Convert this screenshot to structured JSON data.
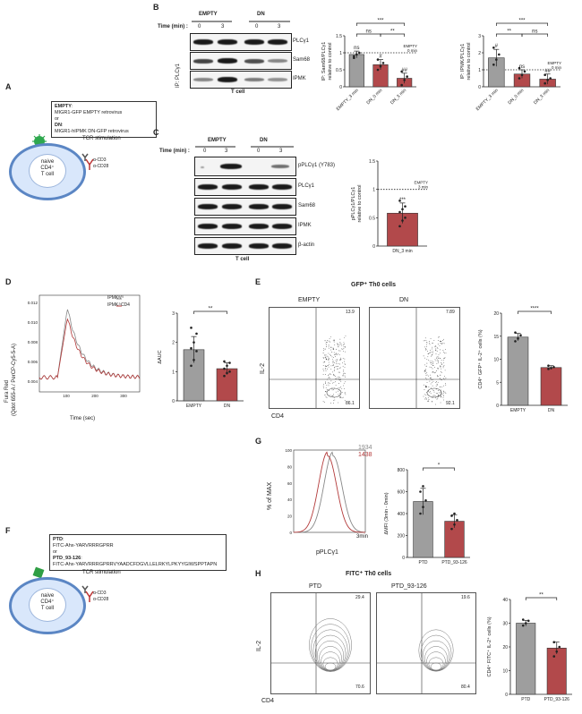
{
  "panels": {
    "A": "A",
    "B": "B",
    "C": "C",
    "D": "D",
    "E": "E",
    "F": "F",
    "G": "G",
    "H": "H"
  },
  "panelA": {
    "empty_label": "EMPTY",
    "empty_desc": "MIGR1-GFP EMPTY retrovirus",
    "or": "or",
    "dn_label": "DN",
    "dn_desc": "MIGR1-hIPMK DN-GFP retrovirus",
    "tcr": "TCR stimulation",
    "acd3": "α-CD3",
    "acd28": "α-CD28",
    "cell_line1": "naive",
    "cell_line2": "CD4⁺",
    "cell_line3": "T cell"
  },
  "panelB": {
    "group_empty": "EMPTY",
    "group_dn": "DN",
    "time_label": "Time (min) :",
    "times": [
      "0",
      "3",
      "0",
      "3"
    ],
    "ip_label": "IP: PLCγ1",
    "rows": [
      "PLCγ1",
      "Sam68",
      "IPMK"
    ],
    "footer": "T cell"
  },
  "panelC": {
    "group_empty": "EMPTY",
    "group_dn": "DN",
    "time_label": "Time (min) :",
    "times": [
      "0",
      "3",
      "0",
      "3"
    ],
    "rows": [
      "pPLCγ1 (Y783)",
      "PLCγ1",
      "Sam68",
      "IPMK",
      "β-actin"
    ],
    "footer": "T cell"
  },
  "panelD": {
    "ylabel1": "Fura Red",
    "ylabel2": "(Qdot 655-A / PerCP-Cy5-5-A)",
    "xlabel": "Time (sec)",
    "legend": [
      "IPMKᶠˡ/ᶠˡ",
      "IPMKᐞCD4"
    ],
    "yticks": [
      "0.012",
      "0.010",
      "0.008",
      "0.006",
      "0.004"
    ],
    "xticks": [
      "100",
      "200",
      "300"
    ],
    "bar_ylabel": "ΔAUC"
  },
  "panelE": {
    "title": "GFP⁺ Th0 cells",
    "plot1": "EMPTY",
    "plot2": "DN",
    "q1_ur": "13.9",
    "q1_lr": "86.1",
    "q2_ur": "7.89",
    "q2_lr": "92.1",
    "ylabel": "IL-2",
    "xlabel": "CD4",
    "bar_ylabel": "CD4⁺ GFP⁺ IL-2⁺ cells (%)"
  },
  "panelF": {
    "ptd_label": "PTD",
    "ptd_desc": "FITC-Ahx-YARVRRRGPRR",
    "or": "or",
    "ptd93_label": "PTD_93-126",
    "ptd93_desc": "FITC-Ahx-YARVRRRGPRRVYAADCFDGVLLELRKYLPKYYGIWSPPTAPN",
    "tcr": "TCR stimulation",
    "acd3": "α-CD3",
    "acd28": "α-CD28",
    "cell_line1": "naive",
    "cell_line2": "CD4⁺",
    "cell_line3": "T cell"
  },
  "panelG": {
    "ylabel": "% of MAX",
    "xlabel": "pPLCγ1",
    "mfi_ptd": "1934",
    "mfi_ptd93": "1438",
    "time": "3min",
    "yticks": [
      "100",
      "80",
      "60",
      "40",
      "20",
      "0"
    ],
    "bar_ylabel": "ΔMFI (3min - 0min)"
  },
  "panelH": {
    "title": "FITC⁺ Th0 cells",
    "plot1": "PTD",
    "plot2": "PTD_93-126",
    "q1_ur": "29.4",
    "q1_lr": "70.6",
    "q2_ur": "19.6",
    "q2_lr": "80.4",
    "ylabel": "IL-2",
    "xlabel": "CD4",
    "bar_ylabel": "CD4⁺ FITC⁺ IL-2⁺ cells (%)"
  },
  "colors": {
    "grey_bar": "#9e9e9e",
    "red_bar": "#b2494b",
    "red_line": "#b33a3a",
    "grey_line": "#888888"
  },
  "chart_data": [
    {
      "id": "B-sam68",
      "type": "bar",
      "categories": [
        "EMPTY_3 min",
        "DN_0 min",
        "DN_3 min"
      ],
      "values": [
        0.95,
        0.65,
        0.25
      ],
      "points": [
        [
          0.85,
          0.95,
          1.0,
          0.9
        ],
        [
          0.5,
          0.6,
          0.7,
          0.8
        ],
        [
          0.05,
          0.2,
          0.3,
          0.45
        ]
      ],
      "errors": [
        0.1,
        0.15,
        0.15
      ],
      "colors": [
        "#9e9e9e",
        "#b2494b",
        "#b2494b"
      ],
      "ylabel": "IP: Sam68/PLCγ1\nrelative to control",
      "ylim": [
        0,
        1.5
      ],
      "yticks": [
        0,
        0.5,
        1,
        1.5
      ],
      "refline": 1,
      "refline_label": "EMPTY\n0 min",
      "bar_marks": [
        "ns",
        "#",
        "##"
      ],
      "brackets": [
        {
          "from": 0,
          "to": 1,
          "label": "ns",
          "level": 0
        },
        {
          "from": 1,
          "to": 2,
          "label": "**",
          "level": 0
        },
        {
          "from": 0,
          "to": 2,
          "label": "***",
          "level": 1
        }
      ]
    },
    {
      "id": "B-ipmk",
      "type": "bar",
      "categories": [
        "EMPTY_3 min",
        "DN_0 min",
        "DN_3 min"
      ],
      "values": [
        1.7,
        0.75,
        0.45
      ],
      "points": [
        [
          1.3,
          1.6,
          1.9,
          2.3
        ],
        [
          0.5,
          0.7,
          0.9,
          1.1
        ],
        [
          0.2,
          0.4,
          0.5,
          0.7
        ]
      ],
      "errors": [
        0.5,
        0.25,
        0.3
      ],
      "colors": [
        "#9e9e9e",
        "#b2494b",
        "#b2494b"
      ],
      "ylabel": "IP: IPMK/PLCγ1\nrelative to control",
      "ylim": [
        0,
        3
      ],
      "yticks": [
        0,
        1,
        2,
        3
      ],
      "refline": 1,
      "refline_label": "EMPTY\n0 min",
      "bar_marks": [
        "#",
        "ns",
        "##"
      ],
      "brackets": [
        {
          "from": 0,
          "to": 1,
          "label": "**",
          "level": 0
        },
        {
          "from": 1,
          "to": 2,
          "label": "ns",
          "level": 0
        },
        {
          "from": 0,
          "to": 2,
          "label": "***",
          "level": 1
        }
      ]
    },
    {
      "id": "C-pplc",
      "type": "bar",
      "categories": [
        "DN_3 min"
      ],
      "values": [
        0.58
      ],
      "points": [
        [
          0.35,
          0.45,
          0.5,
          0.6,
          0.65,
          0.7,
          0.8
        ]
      ],
      "errors": [
        0.18
      ],
      "colors": [
        "#b2494b"
      ],
      "ylabel": "pPLCγ1/PLCγ1\nrelative to control",
      "ylim": [
        0,
        1.5
      ],
      "yticks": [
        0,
        0.5,
        1,
        1.5
      ],
      "refline": 1,
      "refline_label": "EMPTY\n3 min",
      "bar_marks": [
        "***"
      ],
      "brackets": []
    },
    {
      "id": "D-auc",
      "type": "bar",
      "categories": [
        "EMPTY",
        "DN"
      ],
      "values": [
        1.75,
        1.1
      ],
      "points": [
        [
          1.2,
          1.4,
          1.7,
          1.8,
          2.0,
          2.3,
          2.5
        ],
        [
          0.85,
          0.95,
          1.0,
          1.1,
          1.2,
          1.3,
          1.35
        ]
      ],
      "errors": [
        0.45,
        0.2
      ],
      "colors": [
        "#9e9e9e",
        "#b2494b"
      ],
      "ylabel": "ΔAUC",
      "ylim": [
        0,
        3
      ],
      "yticks": [
        0,
        1,
        2,
        3
      ],
      "brackets": [
        {
          "from": 0,
          "to": 1,
          "label": "**",
          "level": 0
        }
      ]
    },
    {
      "id": "E-il2",
      "type": "bar",
      "categories": [
        "EMPTY",
        "DN"
      ],
      "values": [
        14.8,
        8.2
      ],
      "points": [
        [
          13.9,
          14.5,
          15.2,
          15.8
        ],
        [
          7.9,
          8.1,
          8.3,
          8.6
        ]
      ],
      "errors": [
        0.8,
        0.4
      ],
      "colors": [
        "#9e9e9e",
        "#b2494b"
      ],
      "ylabel": "CD4⁺ GFP⁺ IL-2⁺ cells (%)",
      "ylim": [
        0,
        20
      ],
      "yticks": [
        0,
        5,
        10,
        15,
        20
      ],
      "brackets": [
        {
          "from": 0,
          "to": 1,
          "label": "****",
          "level": 0
        }
      ]
    },
    {
      "id": "G-mfi",
      "type": "bar",
      "categories": [
        "PTD",
        "PTD_93-126"
      ],
      "values": [
        510,
        330
      ],
      "points": [
        [
          400,
          460,
          520,
          600,
          650
        ],
        [
          260,
          300,
          340,
          380,
          400
        ]
      ],
      "errors": [
        120,
        60
      ],
      "colors": [
        "#9e9e9e",
        "#b2494b"
      ],
      "ylabel": "ΔMFI (3min - 0min)",
      "ylim": [
        0,
        800
      ],
      "yticks": [
        0,
        200,
        400,
        600,
        800
      ],
      "brackets": [
        {
          "from": 0,
          "to": 1,
          "label": "*",
          "level": 0
        }
      ]
    },
    {
      "id": "H-il2",
      "type": "bar",
      "categories": [
        "PTD",
        "PTD_93-126"
      ],
      "values": [
        30,
        19.5
      ],
      "points": [
        [
          29,
          30,
          31,
          31.5
        ],
        [
          16,
          18,
          20,
          22
        ]
      ],
      "errors": [
        1.2,
        2.5
      ],
      "colors": [
        "#9e9e9e",
        "#b2494b"
      ],
      "ylabel": "CD4⁺ FITC⁺ IL-2⁺ cells (%)",
      "ylim": [
        0,
        40
      ],
      "yticks": [
        0,
        10,
        20,
        30,
        40
      ],
      "brackets": [
        {
          "from": 0,
          "to": 1,
          "label": "**",
          "level": 0
        }
      ]
    }
  ]
}
